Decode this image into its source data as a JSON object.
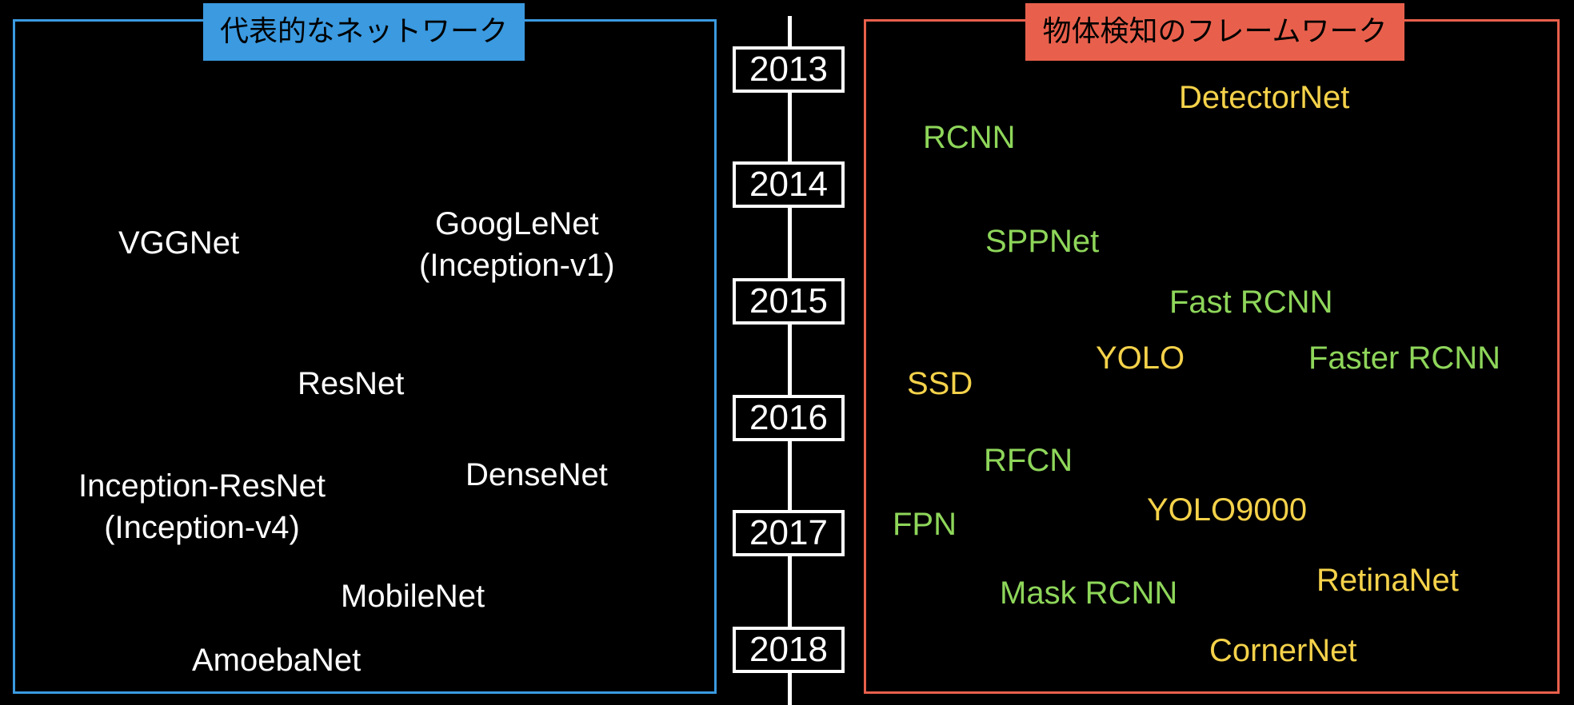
{
  "colors": {
    "background": "#000000",
    "left_accent": "#3b9ae0",
    "right_accent": "#e8604c",
    "white": "#ffffff",
    "green": "#8ed65a",
    "yellow": "#f5d24a"
  },
  "left_panel": {
    "title": "代表的なネットワーク",
    "networks": [
      {
        "line1": "VGGNet",
        "line2": ""
      },
      {
        "line1": "GoogLeNet",
        "line2": "(Inception-v1)"
      },
      {
        "line1": "ResNet",
        "line2": ""
      },
      {
        "line1": "Inception-ResNet",
        "line2": "(Inception-v4)"
      },
      {
        "line1": "DenseNet",
        "line2": ""
      },
      {
        "line1": "MobileNet",
        "line2": ""
      },
      {
        "line1": "AmoebaNet",
        "line2": ""
      }
    ]
  },
  "timeline": {
    "years": [
      "2013",
      "2014",
      "2015",
      "2016",
      "2017",
      "2018"
    ]
  },
  "right_panel": {
    "title": "物体検知のフレームワーク",
    "frameworks": [
      {
        "label": "DetectorNet",
        "color": "yellow"
      },
      {
        "label": "RCNN",
        "color": "green"
      },
      {
        "label": "SPPNet",
        "color": "green"
      },
      {
        "label": "Fast RCNN",
        "color": "green"
      },
      {
        "label": "YOLO",
        "color": "yellow"
      },
      {
        "label": "Faster RCNN",
        "color": "green"
      },
      {
        "label": "SSD",
        "color": "yellow"
      },
      {
        "label": "RFCN",
        "color": "green"
      },
      {
        "label": "YOLO9000",
        "color": "yellow"
      },
      {
        "label": "FPN",
        "color": "green"
      },
      {
        "label": "RetinaNet",
        "color": "yellow"
      },
      {
        "label": "Mask RCNN",
        "color": "green"
      },
      {
        "label": "CornerNet",
        "color": "yellow"
      }
    ]
  }
}
